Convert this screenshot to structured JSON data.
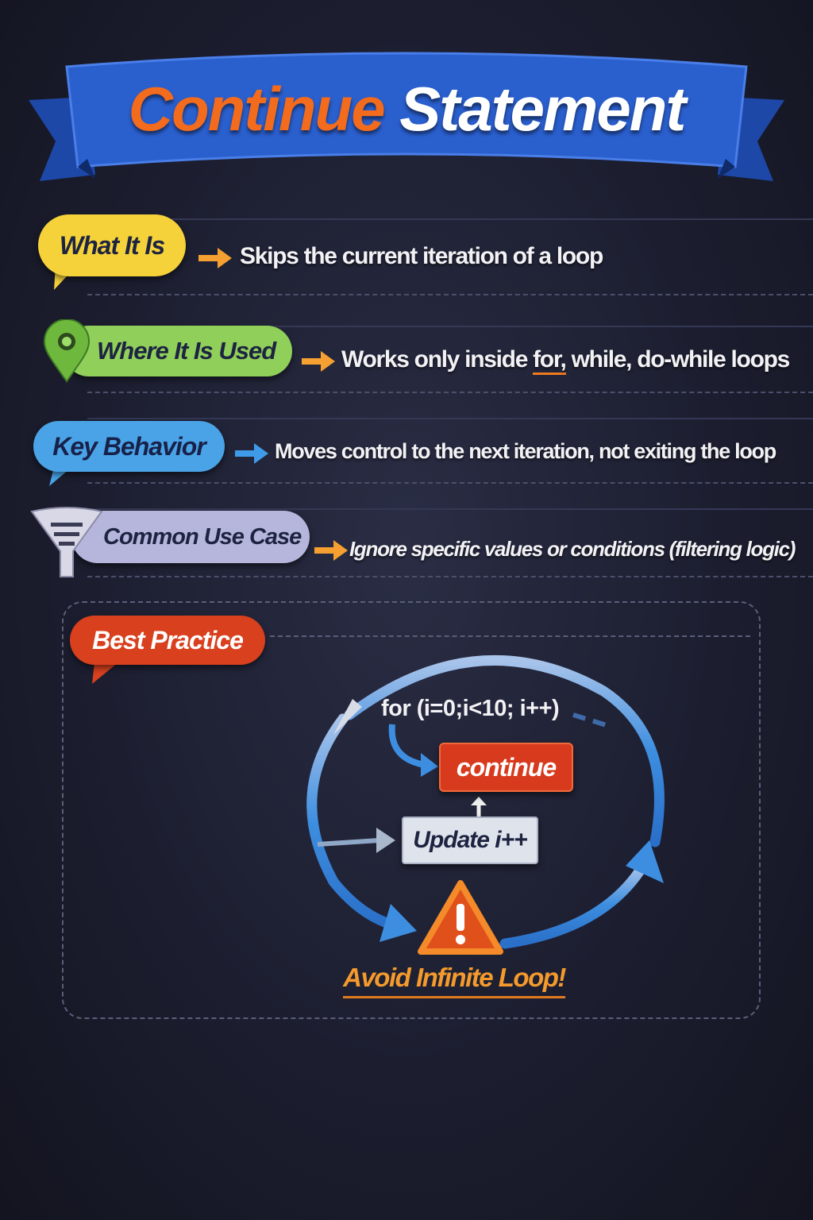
{
  "title": {
    "word1": "Continue",
    "word2": "Statement"
  },
  "rows": [
    {
      "label": "What It Is",
      "color": "#f5d23a",
      "icon": "speech-bubble",
      "text": "Skips the current iteration of a loop"
    },
    {
      "label": "Where It Is Used",
      "color": "#8fcf5a",
      "icon": "location-pin-icon",
      "text_before": "Works only inside ",
      "text_keyword": "for,",
      "text_after": " while, do-while loops"
    },
    {
      "label": "Key Behavior",
      "color": "#4aa3e6",
      "icon": "speech-bubble",
      "text": "Moves control to the next iteration, not exiting the loop"
    },
    {
      "label": "Common Use Case",
      "color": "#b6b5dc",
      "icon": "funnel-icon",
      "text": "Ignore specific values or conditions (filtering logic)"
    }
  ],
  "best_practice": {
    "label": "Best Practice",
    "color": "#d8401e",
    "loop_header": "for (i=0;i<10; i++)",
    "continue_label": "continue",
    "update_label": "Update i++",
    "warning": "Avoid Infinite Loop!",
    "warning_color": "#f59a2c"
  }
}
